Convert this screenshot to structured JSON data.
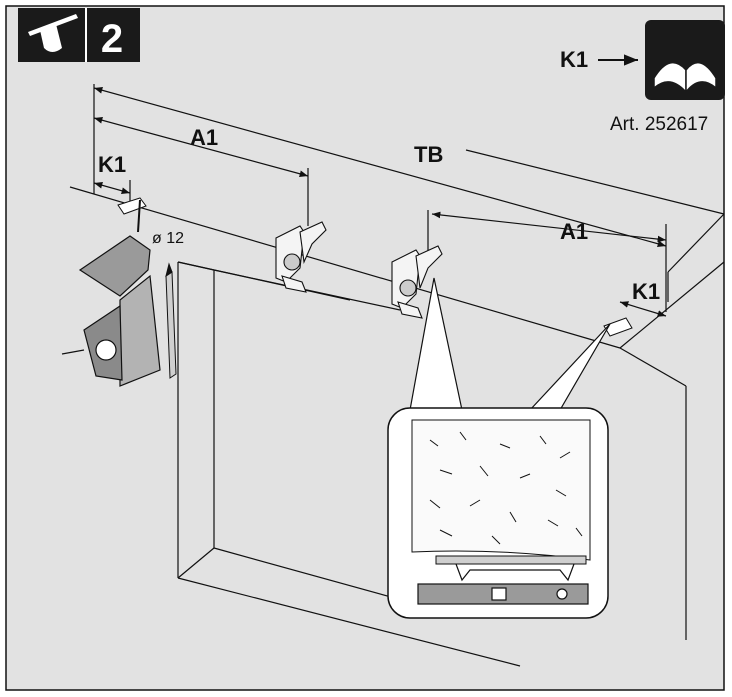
{
  "step_number": "2",
  "reference_label": "K1",
  "article_number": "Art. 252617",
  "dimension_labels": {
    "total_length": "TB",
    "spacing_left": "A1",
    "spacing_right": "A1",
    "offset_left": "K1",
    "offset_right": "K1"
  },
  "drill_bit_diameter": "ø 12",
  "colors": {
    "panel_bg": "#e2e2e2",
    "badge_bg": "#1a1a1a",
    "line": "#111111",
    "detail_bg": "#ffffff"
  },
  "icons": {
    "step_icon": "ceiling-mount-icon",
    "manual_icon": "open-book-icon",
    "drill": "drill-icon",
    "pencil": "pencil-icon",
    "level": "spirit-level-icon"
  }
}
